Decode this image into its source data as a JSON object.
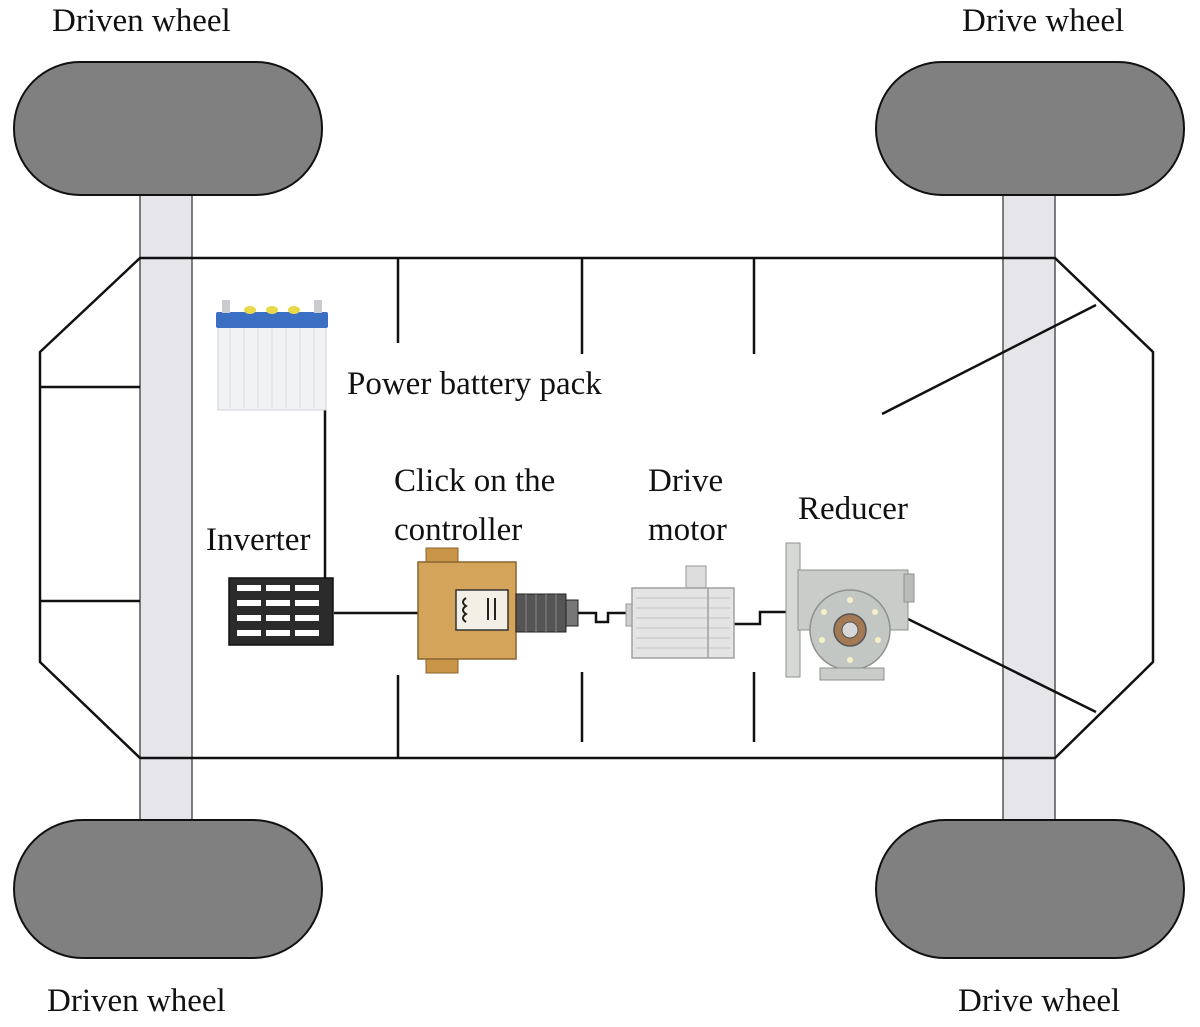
{
  "labels": {
    "driven_wheel_top": "Driven wheel",
    "drive_wheel_top": "Drive wheel",
    "driven_wheel_bottom": "Driven wheel",
    "drive_wheel_bottom": "Drive wheel",
    "battery": "Power battery pack",
    "inverter": "Inverter",
    "controller_line1": "Click on the",
    "controller_line2": "controller",
    "motor_line1": "Drive",
    "motor_line2": "motor",
    "reducer": "Reducer"
  },
  "colors": {
    "wheel": "#808080",
    "axle": "#e6e6ea",
    "line": "#111111",
    "battery_top": "#3a6fc4",
    "battery_terminal": "#e8d84a",
    "controller": "#d4a45a",
    "motor": "#e4e4e4",
    "reducer": "#c9ccc9"
  }
}
